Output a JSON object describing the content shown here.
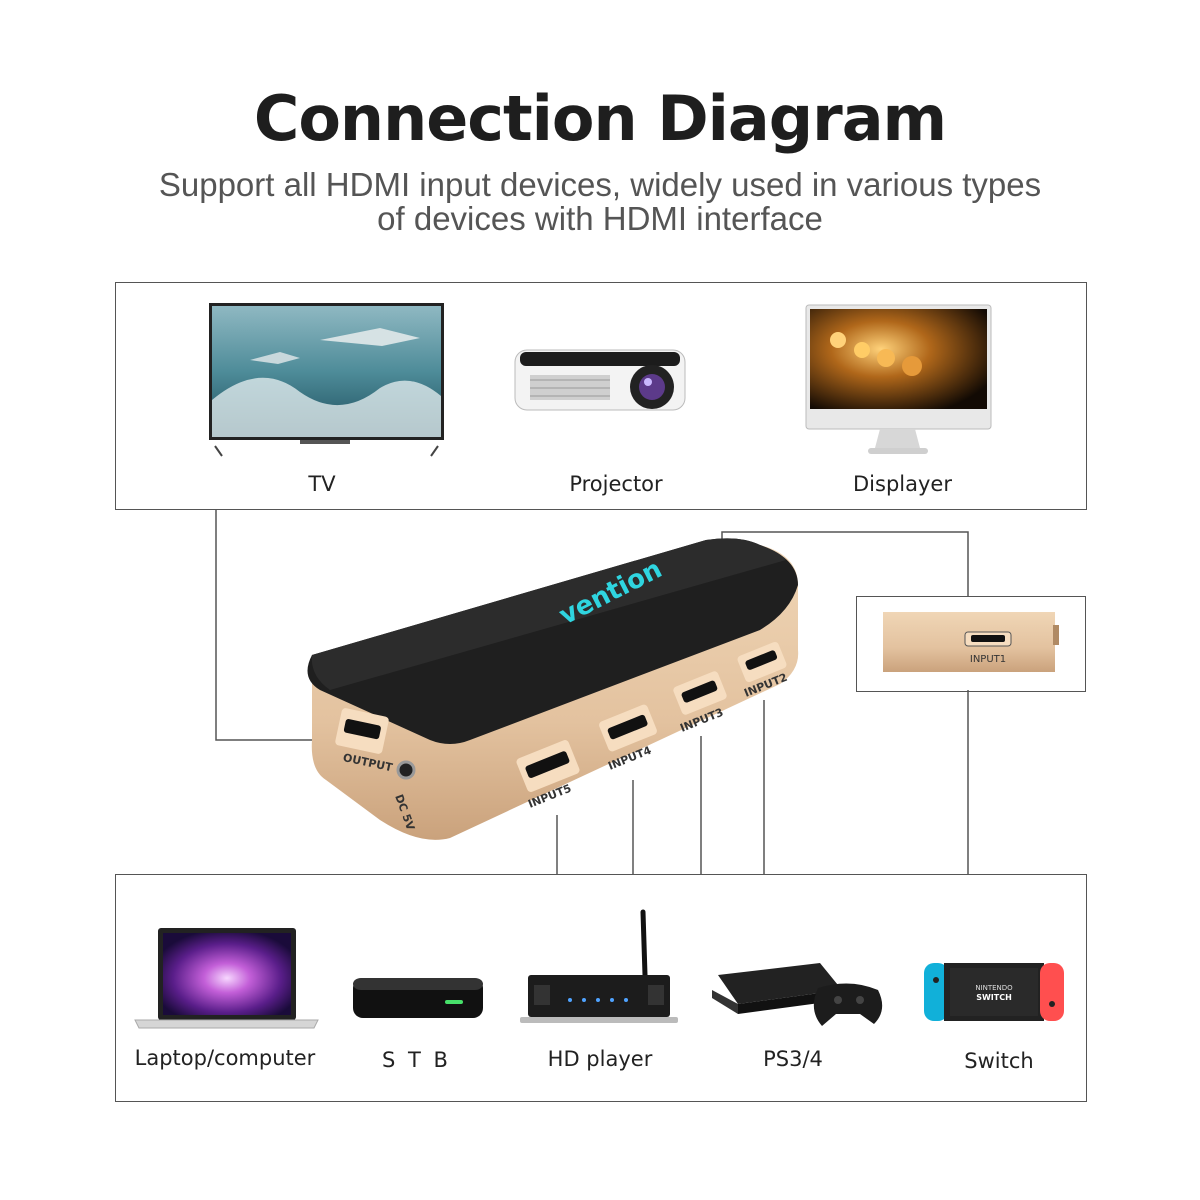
{
  "header": {
    "title": "Connection Diagram",
    "subtitle_line1": "Support all HDMI input devices, widely used in various types",
    "subtitle_line2": "of devices with HDMI interface"
  },
  "output_devices": [
    {
      "label": "TV",
      "icon": "tv-icon"
    },
    {
      "label": "Projector",
      "icon": "projector-icon"
    },
    {
      "label": "Displayer",
      "icon": "monitor-icon"
    }
  ],
  "input_devices": [
    {
      "label": "Laptop/computer",
      "icon": "laptop-icon"
    },
    {
      "label": "S T B",
      "icon": "set-top-box-icon"
    },
    {
      "label": "HD player",
      "icon": "hd-player-icon"
    },
    {
      "label": "PS3/4",
      "icon": "ps4-console-icon"
    },
    {
      "label": "Switch",
      "icon": "nintendo-switch-icon"
    }
  ],
  "switch_device": {
    "brand": "vention",
    "ports": [
      "OUTPUT",
      "INPUT5",
      "INPUT4",
      "INPUT3",
      "INPUT2"
    ],
    "power": "DC 5V",
    "side_port": "INPUT1",
    "console_logo_line1": "NINTENDO",
    "console_logo_line2": "SWITCH"
  },
  "colors": {
    "gold": "#e3c29f",
    "device_top": "#1f1f1f",
    "line": "#555555"
  }
}
